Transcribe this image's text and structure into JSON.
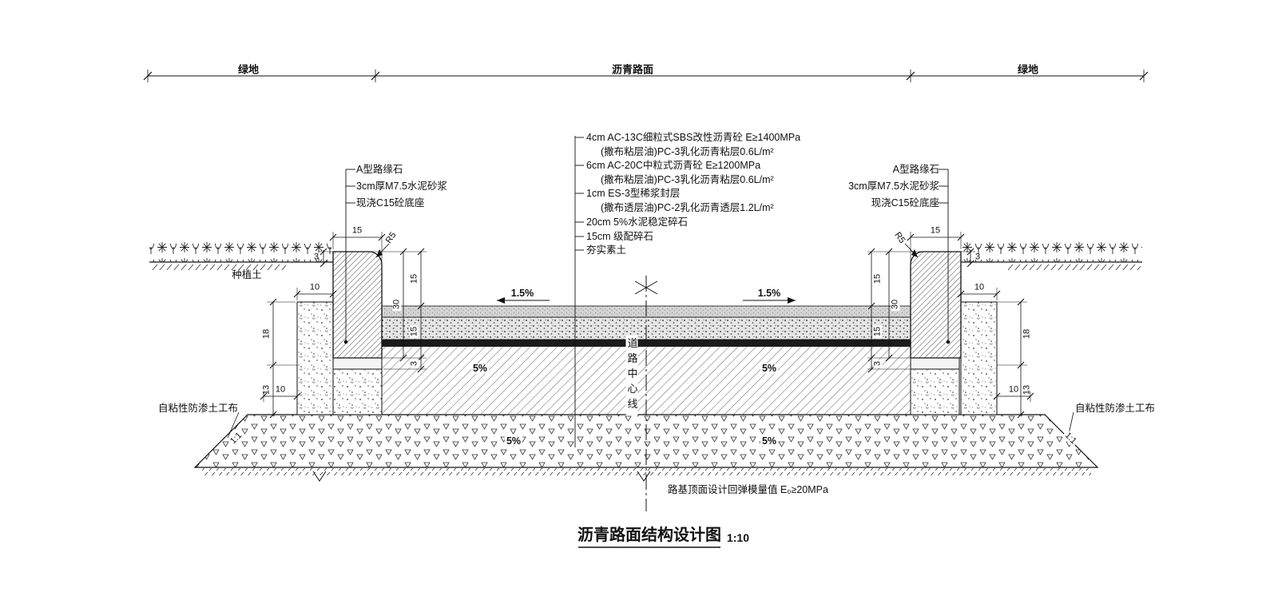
{
  "header": {
    "left_zone": "绿地",
    "center_zone": "沥青路面",
    "right_zone": "绿地"
  },
  "layer_notes": [
    "4cm  AC-13C细粒式SBS改性沥青砼  E≥1400MPa",
    "(撒布粘层油)PC-3乳化沥青粘层0.6L/m²",
    "6cm  AC-20C中粒式沥青砼  E≥1200MPa",
    "(撒布粘层油)PC-3乳化沥青粘层0.6L/m²",
    "1cm  ES-3型稀浆封层",
    "(撒布透层油)PC-2乳化沥青透层1.2L/m²",
    "20cm  5%水泥稳定碎石",
    "15cm  级配碎石",
    "夯实素土"
  ],
  "curb_notes_left": [
    "A型路缘石",
    "3cm厚M7.5水泥砂浆",
    "现浇C15砼底座"
  ],
  "curb_notes_right": [
    "A型路缘石",
    "3cm厚M7.5水泥砂浆",
    "现浇C15砼底座"
  ],
  "labels": {
    "planting_soil": "种植土",
    "geotextile_left": "自粘性防渗土工布",
    "geotextile_right": "自粘性防渗土工布",
    "road_centerline": "道路中心线",
    "subgrade_note": "路基顶面设计回弹模量值 E₀≥20MPa"
  },
  "slopes": {
    "cross_left": "1.5%",
    "cross_right": "1.5%",
    "base_course_left": "5%",
    "base_course_right": "5%",
    "subbase_left": "5%",
    "subbase_right": "5%",
    "side_left": "1:1",
    "side_right": "1:1"
  },
  "dims": {
    "curb_top_width_left": "15",
    "curb_top_width_right": "15",
    "radius_left": "R5",
    "radius_right": "R5",
    "curb_reveal_left": "3",
    "curb_reveal_right": "3",
    "backing_width_left": "10",
    "backing_width_right": "10",
    "exposure_left": "15",
    "exposure_right": "15",
    "embed_left": "15",
    "embed_right": "15",
    "mortar_left": "3",
    "mortar_right": "3",
    "curb_height_left": "30",
    "curb_height_right": "30",
    "depth_upper_left": "18",
    "depth_upper_right": "18",
    "depth_lower_left": "13",
    "depth_lower_right": "13",
    "toe_width_left": "10",
    "toe_width_right": "10"
  },
  "title": {
    "text": "沥青路面结构设计图",
    "scale": "1:10"
  }
}
